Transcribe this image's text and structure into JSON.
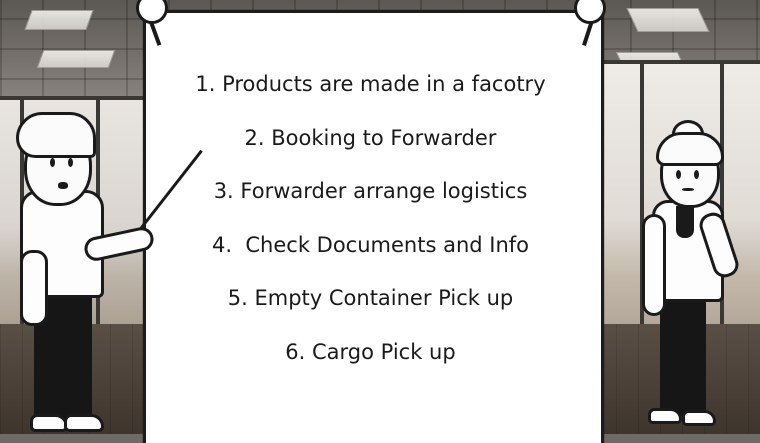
{
  "board": {
    "steps": [
      "1. Products are made in a facotry",
      "2. Booking to Forwarder",
      "3. Forwarder arrange logistics",
      "4.  Check Documents and Info",
      "5. Empty Container Pick up",
      "6. Cargo Pick up"
    ]
  },
  "scene": {
    "left_character": "presenter with pointer",
    "right_character": "woman with hair bun",
    "colors": {
      "ink": "#1a1a1a",
      "board": "#ffffff",
      "floor": "#3e352d"
    }
  }
}
